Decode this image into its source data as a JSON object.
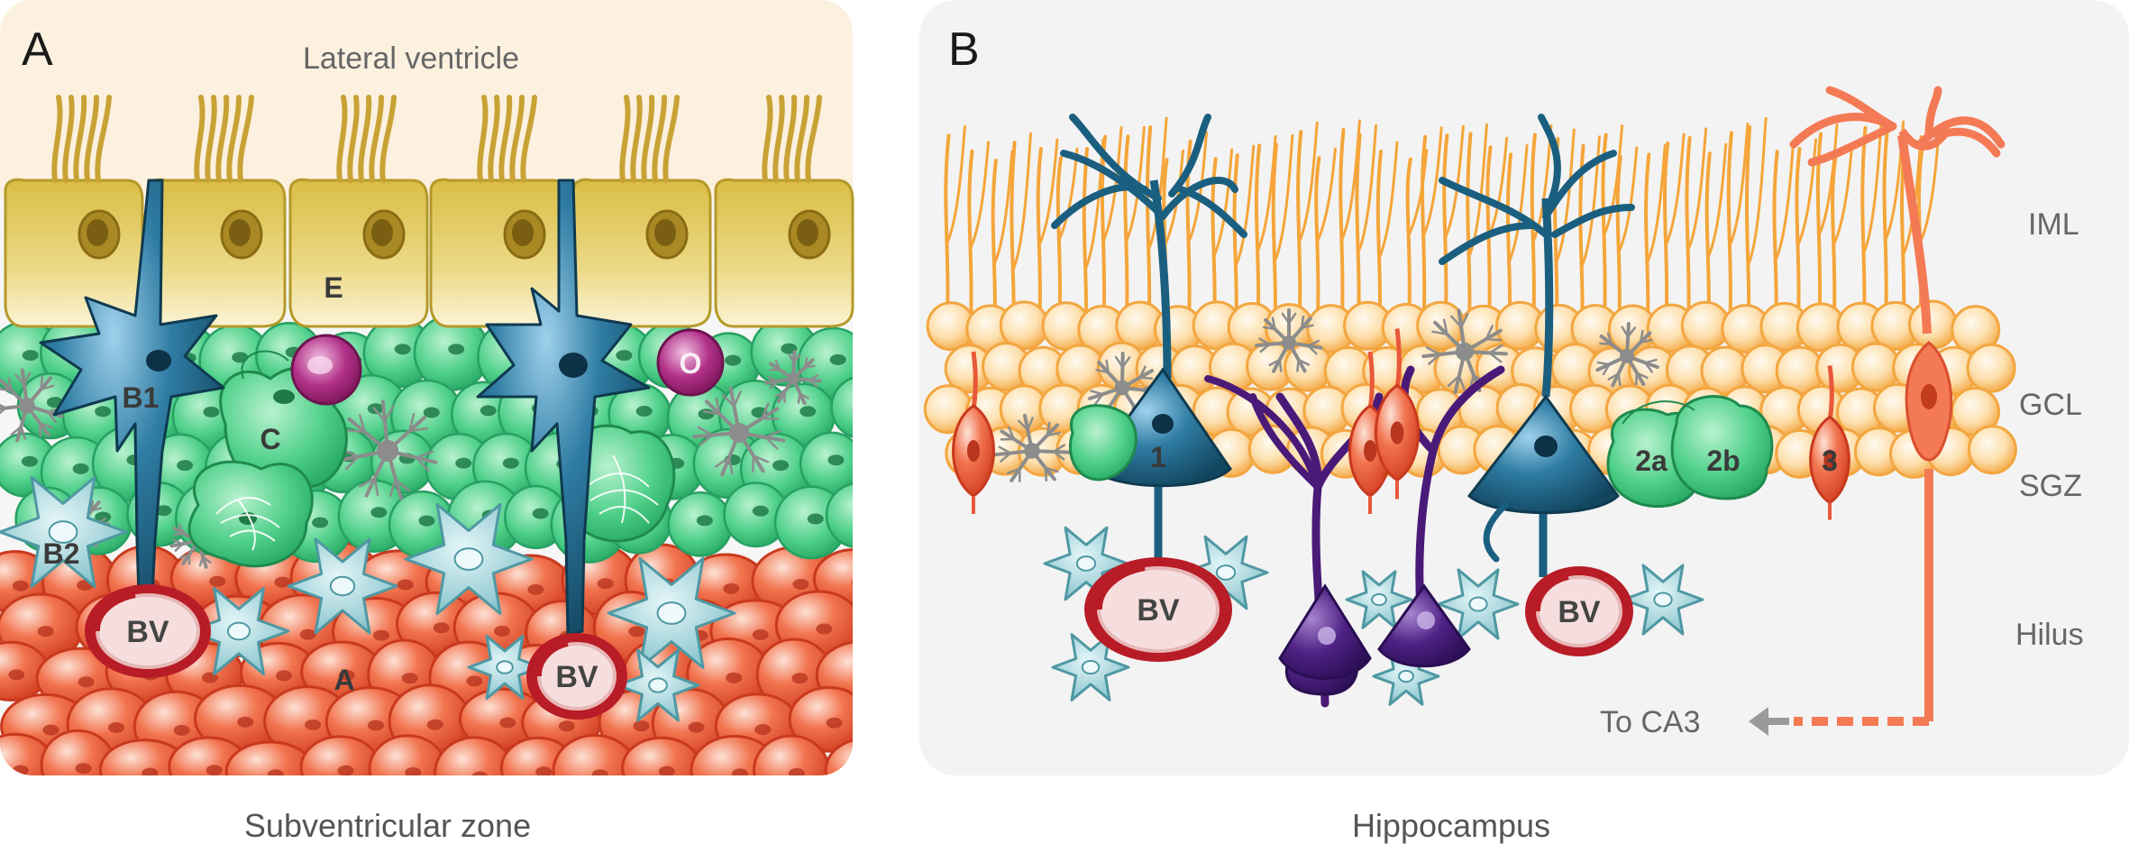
{
  "panel_a": {
    "letter": "A",
    "top_label": "Lateral ventricle",
    "caption": "Subventricular zone",
    "cell_labels": {
      "e": "E",
      "b1": "B1",
      "b2": "B2",
      "c": "C",
      "o": "O",
      "a": "A",
      "bv1": "BV",
      "bv2": "BV"
    }
  },
  "panel_b": {
    "letter": "B",
    "caption": "Hippocampus",
    "layers": {
      "iml": "IML",
      "gcl": "GCL",
      "sgz": "SGZ",
      "hilus": "Hilus"
    },
    "projection_label": "To CA3",
    "cell_labels": {
      "n1": "1",
      "n2a": "2a",
      "n2b": "2b",
      "n3": "3",
      "bv1": "BV",
      "bv2": "BV"
    }
  },
  "colors": {
    "ependymal": "#d9b93a",
    "radial_glia": "#1b5f80",
    "transit_amplifying": "#3fca7c",
    "neuroblast": "#e8583a",
    "oligodendrocyte": "#9b1f72",
    "granule_layer": "#f5a53a",
    "interneuron": "#4a1a78",
    "mature_granule": "#f47a55",
    "blood_vessel": "#b81c26",
    "astrocyte": "#7fc3cc"
  }
}
